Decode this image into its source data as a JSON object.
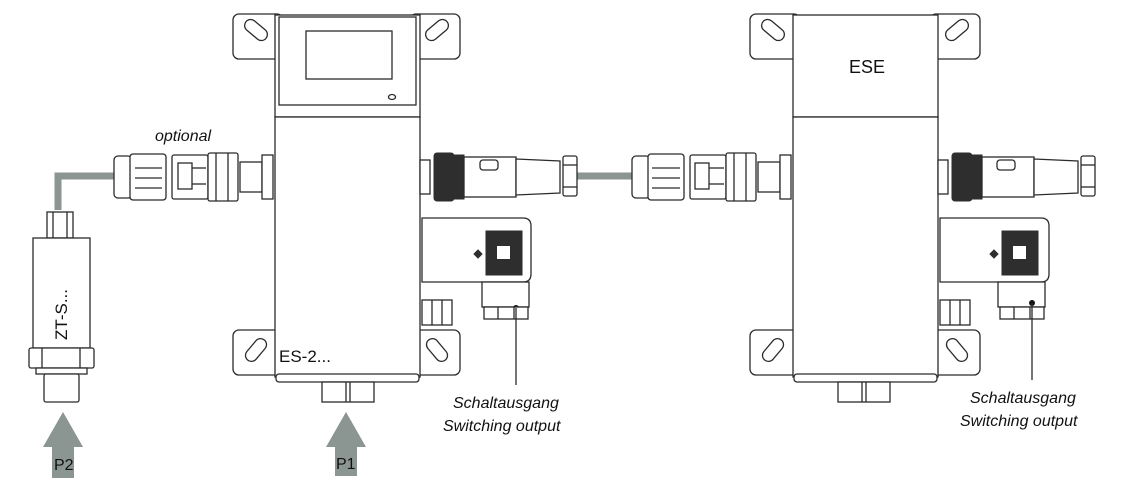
{
  "labels": {
    "optional": "optional",
    "sensor_model": "ZT-S...",
    "main_unit_model": "ES-2...",
    "extension_unit_model": "ESE",
    "pressure_p1": "P1",
    "pressure_p2": "P2"
  },
  "callouts": [
    {
      "line1": "Schaltausgang",
      "line2": "Switching output"
    },
    {
      "line1": "Schaltausgang",
      "line2": "Switching output"
    }
  ],
  "colors": {
    "cable": "#8b9592",
    "arrow": "#8b9592",
    "outline": "#2b2b2b",
    "dark_fill": "#2e2e2e"
  }
}
